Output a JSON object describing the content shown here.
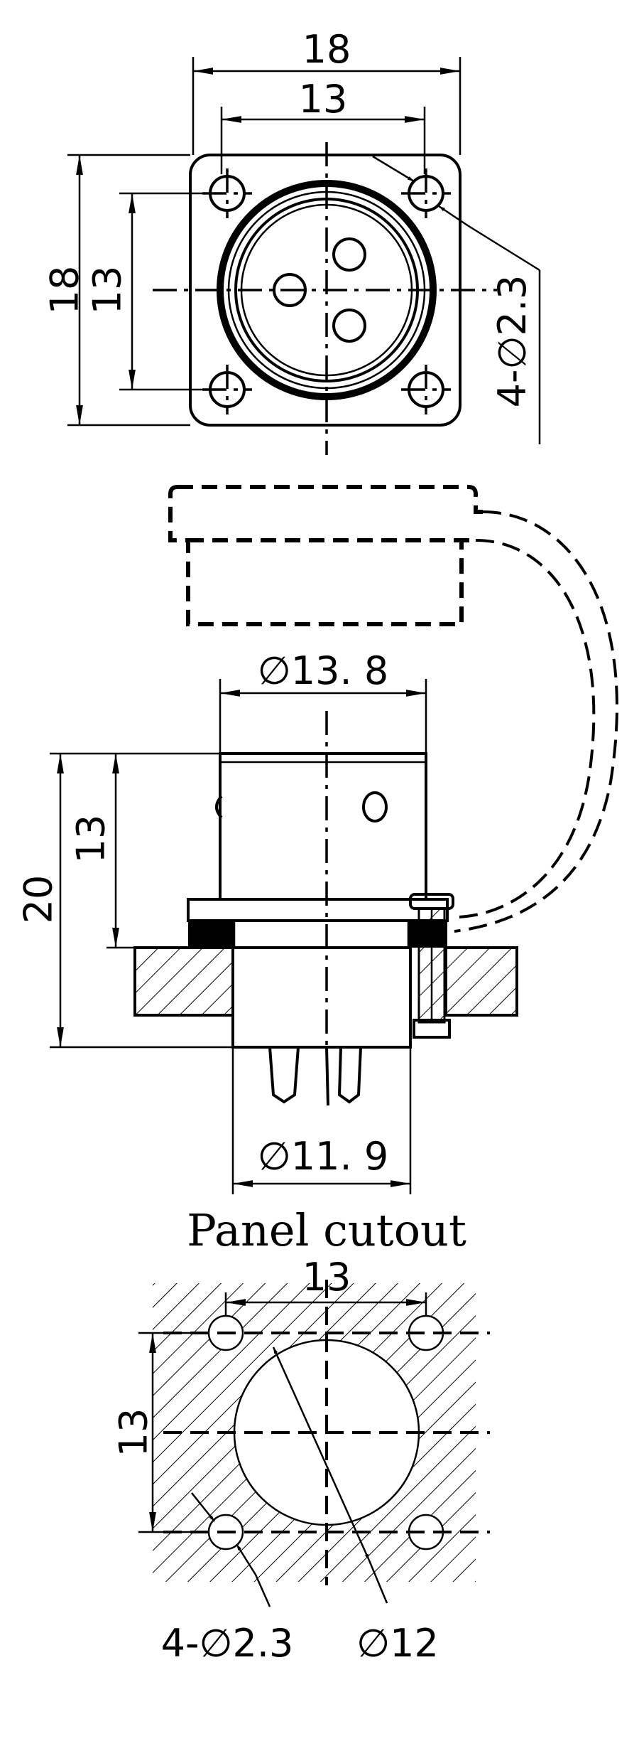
{
  "top_view": {
    "width_outer": "18",
    "width_inner": "13",
    "height_outer": "18",
    "height_inner": "13",
    "mount_holes": "4-∅2.3"
  },
  "side_view": {
    "body_diameter": "∅13. 8",
    "total_height": "20",
    "body_height": "13",
    "base_diameter": "∅11. 9"
  },
  "panel_cutout": {
    "title": "Panel cutout",
    "spacing_horizontal": "13",
    "spacing_vertical": "13",
    "mount_holes": "4-∅2.3",
    "cutout_diameter": "∅12"
  }
}
